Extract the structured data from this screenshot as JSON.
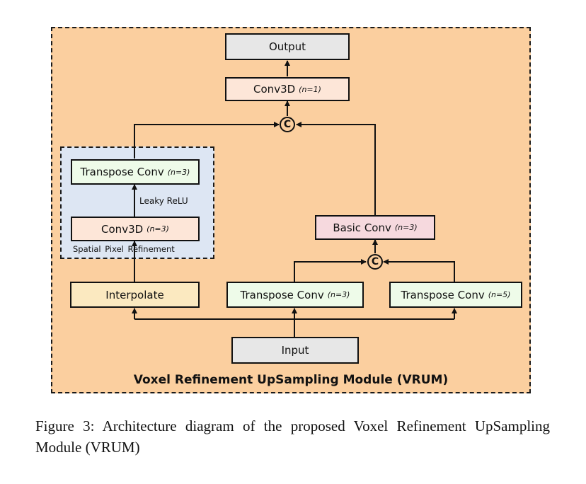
{
  "diagram": {
    "module_title": "Voxel Refinement UpSampling Module (VRUM)",
    "submodule_label": "Spatial Pixel Refinement",
    "activation_label": "Leaky ReLU",
    "concat_symbol": "C",
    "blocks": {
      "output": {
        "label": "Output",
        "param": ""
      },
      "conv3d_top": {
        "label": "Conv3D",
        "param": "(n=1)"
      },
      "transpose_conv_spr": {
        "label": "Transpose Conv",
        "param": "(n=3)"
      },
      "conv3d_spr": {
        "label": "Conv3D",
        "param": "(n=3)"
      },
      "basic_conv": {
        "label": "Basic Conv",
        "param": "(n=3)"
      },
      "interpolate": {
        "label": "Interpolate",
        "param": ""
      },
      "transpose_conv_a": {
        "label": "Transpose Conv",
        "param": "(n=3)"
      },
      "transpose_conv_b": {
        "label": "Transpose Conv",
        "param": "(n=5)"
      },
      "input": {
        "label": "Input",
        "param": ""
      }
    },
    "colors": {
      "module_bg": "#fbcf9f",
      "submodule_bg": "#dde6f3",
      "gray_block": "#e7e7e7",
      "conv_block": "#fde6d8",
      "transpose_block": "#eefbe9",
      "basic_block": "#f6d9de",
      "interp_block": "#fbe9c0"
    }
  },
  "caption": "Figure 3: Architecture diagram of the proposed Voxel Refinement UpSampling Module (VRUM)"
}
